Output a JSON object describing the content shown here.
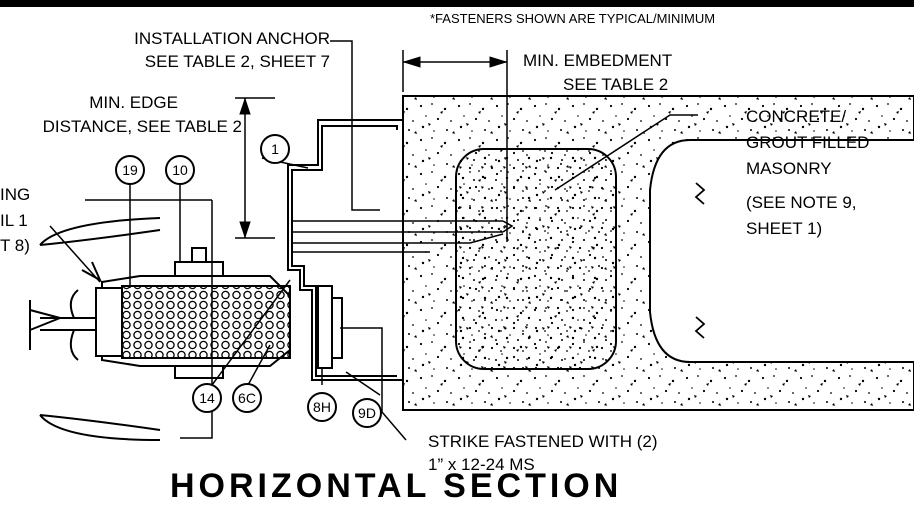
{
  "header_note": "*FASTENERS SHOWN ARE TYPICAL/MINIMUM",
  "labels": {
    "anchor_line1": "INSTALLATION ANCHOR",
    "anchor_line2": "SEE TABLE 2, SHEET 7",
    "embed_line1": "MIN. EMBEDMENT",
    "embed_line2": "SEE TABLE 2",
    "edge_line1": "MIN. EDGE",
    "edge_line2": "DISTANCE, SEE TABLE 2",
    "left_line1": "ING",
    "left_line2": "IL 1",
    "left_line3": "T 8)",
    "masonry_line1": "CONCRETE/",
    "masonry_line2": "GROUT FILLED",
    "masonry_line3": "MASONRY",
    "masonry_line4": "(SEE NOTE 9,",
    "masonry_line5": "SHEET 1)",
    "strike_line1": "STRIKE FASTENED WITH (2)",
    "strike_line2": "1” x 12-24 MS"
  },
  "callouts": {
    "c1": "1",
    "c19": "19",
    "c10": "10",
    "c14": "14",
    "c6c": "6C",
    "c8h": "8H",
    "c9d": "9D"
  },
  "section_title": "HORIZONTAL SECTION"
}
